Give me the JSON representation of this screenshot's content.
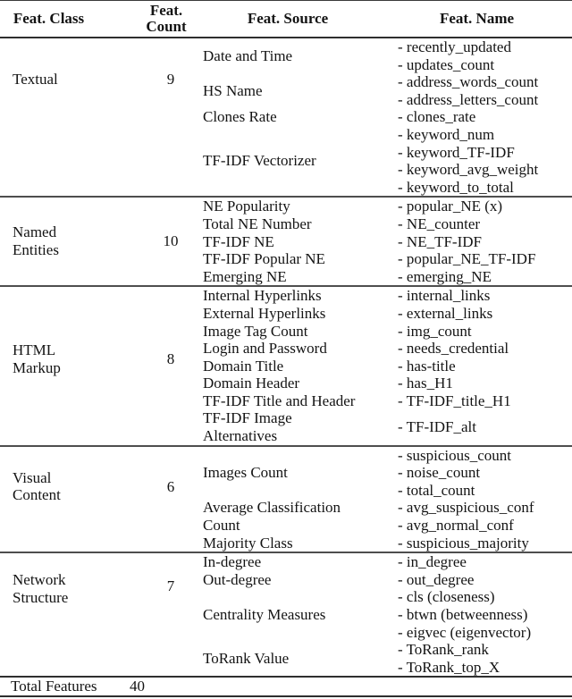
{
  "table": {
    "headers": [
      "Feat. Class",
      "Feat.\nCount",
      "Feat. Source",
      "Feat. Name"
    ],
    "sections": [
      {
        "feat_class": "Textual",
        "feat_count": "9",
        "sources": [
          {
            "label": "Date and Time",
            "lines": 2
          },
          {
            "label": "HS Name",
            "lines": 2
          },
          {
            "label": "Clones Rate",
            "lines": 1
          },
          {
            "label": "TF-IDF Vectorizer",
            "lines": 4
          }
        ],
        "names": [
          {
            "label": "- recently_updated",
            "lines": 1
          },
          {
            "label": "- updates_count",
            "lines": 1
          },
          {
            "label": "- address_words_count",
            "lines": 1
          },
          {
            "label": "- address_letters_count",
            "lines": 1
          },
          {
            "label": "- clones_rate",
            "lines": 1
          },
          {
            "label": "- keyword_num",
            "lines": 1
          },
          {
            "label": "- keyword_TF-IDF",
            "lines": 1
          },
          {
            "label": "- keyword_avg_weight",
            "lines": 1
          },
          {
            "label": "- keyword_to_total",
            "lines": 1
          }
        ]
      },
      {
        "feat_class": "Named\nEntities",
        "feat_count": "10",
        "sources": [
          {
            "label": "NE Popularity",
            "lines": 1
          },
          {
            "label": "Total NE Number",
            "lines": 1
          },
          {
            "label": "TF-IDF NE",
            "lines": 1
          },
          {
            "label": "TF-IDF Popular NE",
            "lines": 1
          },
          {
            "label": "Emerging NE",
            "lines": 1
          }
        ],
        "names": [
          {
            "label": "- popular_NE (x)",
            "lines": 1
          },
          {
            "label": "- NE_counter",
            "lines": 1
          },
          {
            "label": "- NE_TF-IDF",
            "lines": 1
          },
          {
            "label": "- popular_NE_TF-IDF",
            "lines": 1
          },
          {
            "label": "- emerging_NE",
            "lines": 1
          }
        ]
      },
      {
        "feat_class": "HTML\nMarkup",
        "feat_count": "8",
        "sources": [
          {
            "label": "Internal Hyperlinks",
            "lines": 1
          },
          {
            "label": "External Hyperlinks",
            "lines": 1
          },
          {
            "label": "Image Tag Count",
            "lines": 1
          },
          {
            "label": "Login and Password",
            "lines": 1
          },
          {
            "label": "Domain Title",
            "lines": 1
          },
          {
            "label": "Domain Header",
            "lines": 1
          },
          {
            "label": "TF-IDF Title and Header",
            "lines": 1
          },
          {
            "label": "TF-IDF Image\nAlternatives",
            "lines": 2
          }
        ],
        "names": [
          {
            "label": "- internal_links",
            "lines": 1
          },
          {
            "label": "- external_links",
            "lines": 1
          },
          {
            "label": "- img_count",
            "lines": 1
          },
          {
            "label": "- needs_credential",
            "lines": 1
          },
          {
            "label": "- has-title",
            "lines": 1
          },
          {
            "label": "- has_H1",
            "lines": 1
          },
          {
            "label": "- TF-IDF_title_H1",
            "lines": 1
          },
          {
            "label": "- TF-IDF_alt",
            "lines": 2
          }
        ]
      },
      {
        "feat_class": "Visual\nContent",
        "feat_count": "6",
        "sources": [
          {
            "label": "Images Count",
            "lines": 3
          },
          {
            "label": "Average Classification\nCount",
            "lines": 2
          },
          {
            "label": "Majority Class",
            "lines": 1
          }
        ],
        "names": [
          {
            "label": "- suspicious_count",
            "lines": 1
          },
          {
            "label": "- noise_count",
            "lines": 1
          },
          {
            "label": "- total_count",
            "lines": 1
          },
          {
            "label": "- avg_suspicious_conf",
            "lines": 1
          },
          {
            "label": "- avg_normal_conf",
            "lines": 1
          },
          {
            "label": "- suspicious_majority",
            "lines": 1
          }
        ]
      },
      {
        "feat_class": "Network\nStructure",
        "feat_count": "7",
        "sources": [
          {
            "label": "In-degree",
            "lines": 1
          },
          {
            "label": "Out-degree",
            "lines": 1
          },
          {
            "label": "Centrality Measures",
            "lines": 3
          },
          {
            "label": "ToRank Value",
            "lines": 2
          }
        ],
        "names": [
          {
            "label": "- in_degree",
            "lines": 1
          },
          {
            "label": "- out_degree",
            "lines": 1
          },
          {
            "label": "- cls (closeness)",
            "lines": 1
          },
          {
            "label": "- btwn (betweenness)",
            "lines": 1
          },
          {
            "label": "- eigvec (eigenvector)",
            "lines": 1
          },
          {
            "label": "- ToRank_rank",
            "lines": 1
          },
          {
            "label": "- ToRank_top_X",
            "lines": 1
          }
        ]
      }
    ],
    "total_row": {
      "label": "Total Features",
      "value": "40"
    }
  }
}
